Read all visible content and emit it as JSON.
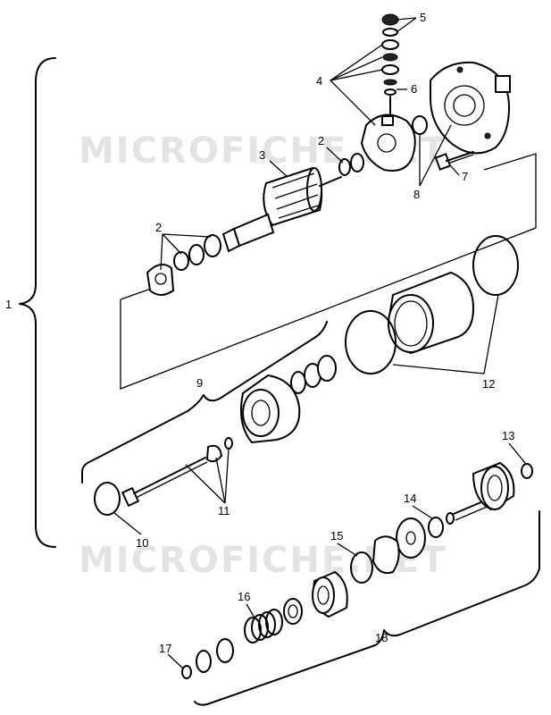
{
  "watermarks": [
    "MICROFICHE.NET",
    "MICROFICHE.NET"
  ],
  "callouts": [
    {
      "id": "1",
      "text": "1"
    },
    {
      "id": "2a",
      "text": "2"
    },
    {
      "id": "2b",
      "text": "2"
    },
    {
      "id": "3",
      "text": "3"
    },
    {
      "id": "4",
      "text": "4"
    },
    {
      "id": "5",
      "text": "5"
    },
    {
      "id": "6",
      "text": "6"
    },
    {
      "id": "7",
      "text": "7"
    },
    {
      "id": "8",
      "text": "8"
    },
    {
      "id": "9",
      "text": "9"
    },
    {
      "id": "10",
      "text": "10"
    },
    {
      "id": "11",
      "text": "11"
    },
    {
      "id": "12",
      "text": "12"
    },
    {
      "id": "13",
      "text": "13"
    },
    {
      "id": "14",
      "text": "14"
    },
    {
      "id": "15",
      "text": "15"
    },
    {
      "id": "16",
      "text": "16"
    },
    {
      "id": "17",
      "text": "17"
    },
    {
      "id": "18",
      "text": "18"
    }
  ]
}
